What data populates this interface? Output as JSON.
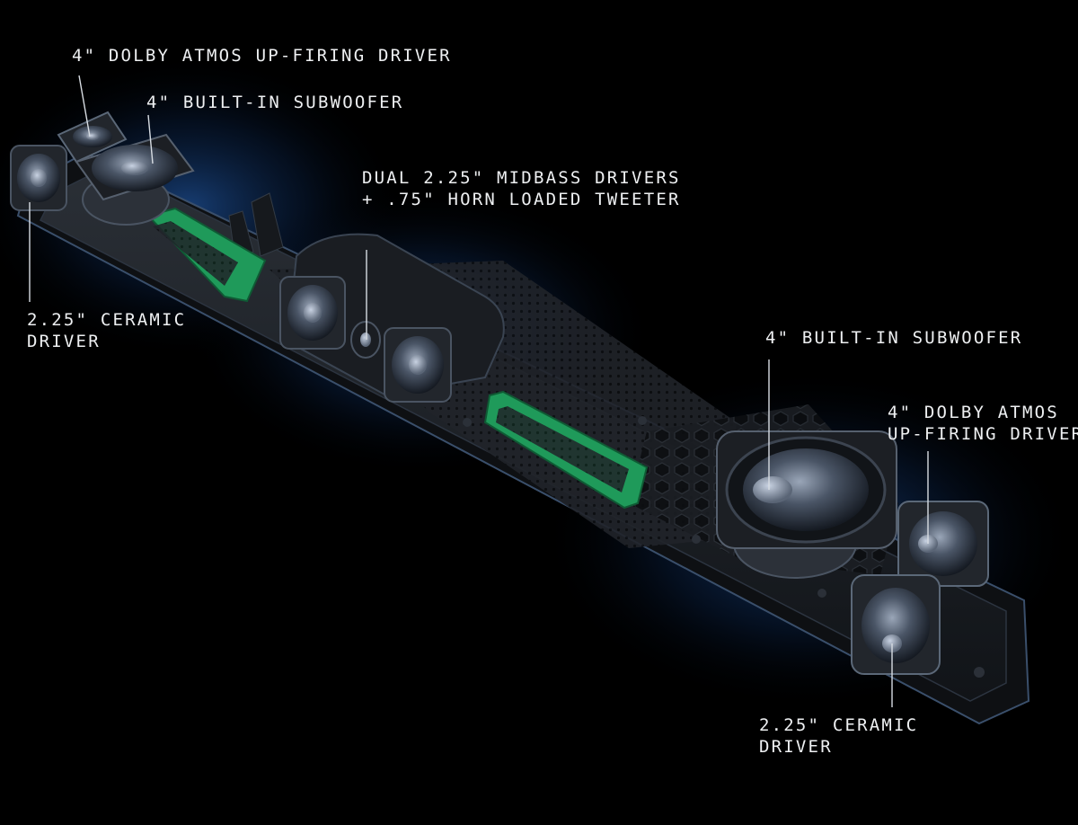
{
  "callouts": {
    "atmos_left": {
      "lines": [
        "4\" DOLBY ATMOS UP-FIRING DRIVER"
      ]
    },
    "sub_left": {
      "lines": [
        "4\" BUILT-IN SUBWOOFER"
      ]
    },
    "center": {
      "lines": [
        "DUAL 2.25\" MIDBASS DRIVERS",
        "+ .75\" HORN LOADED TWEETER"
      ]
    },
    "ceramic_left": {
      "lines": [
        "2.25\" CERAMIC",
        "DRIVER"
      ]
    },
    "sub_right": {
      "lines": [
        "4\" BUILT-IN SUBWOOFER"
      ]
    },
    "atmos_right": {
      "lines": [
        "4\" DOLBY ATMOS",
        "UP-FIRING DRIVER"
      ]
    },
    "ceramic_right": {
      "lines": [
        "2.25\" CERAMIC",
        "DRIVER"
      ]
    }
  },
  "colors": {
    "background": "#000000",
    "glow": "#1d5fb8",
    "chassis": "#1b1e22",
    "circuit_board": "#1f9a5a",
    "label_text": "#eef0f2"
  }
}
